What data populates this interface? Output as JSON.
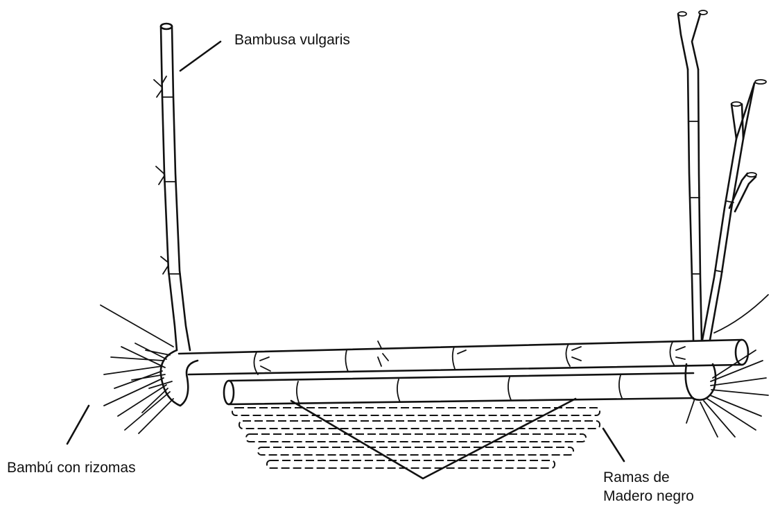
{
  "labels": {
    "bambusa": "Bambusa vulgaris",
    "rizomas": "Bambú con rizomas",
    "ramas_line1": "Ramas de",
    "ramas_line2": "Madero negro"
  }
}
